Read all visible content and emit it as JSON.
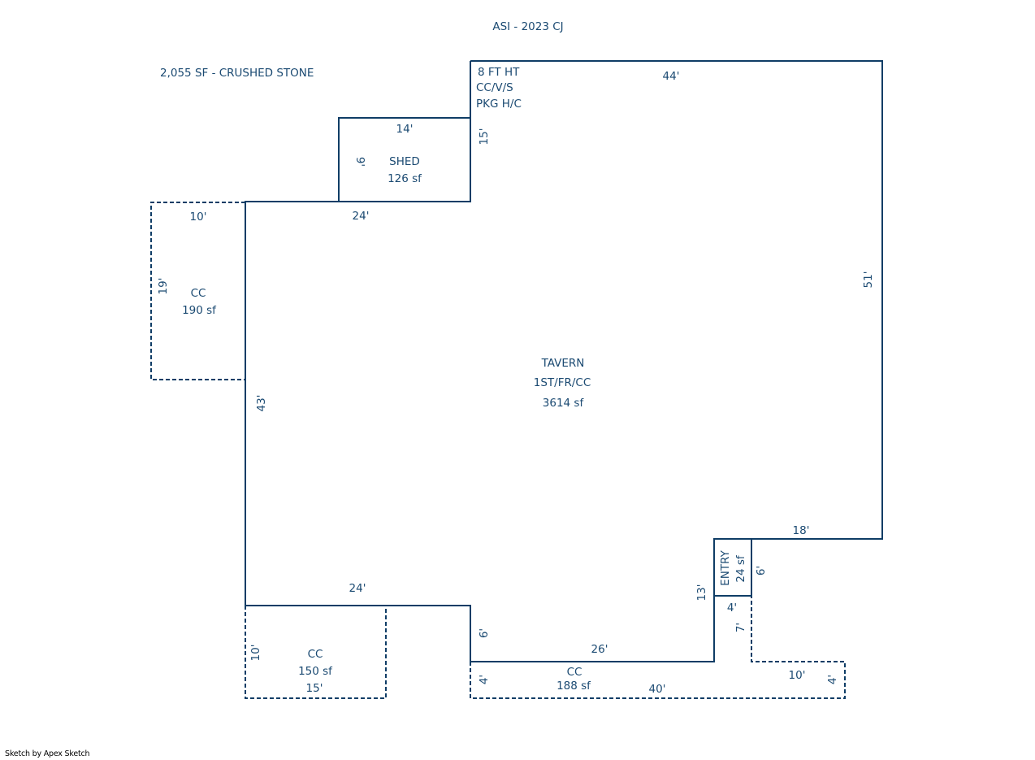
{
  "title": "ASI - 2023 CJ",
  "note": "2,055 SF - CRUSHED STONE",
  "colors": {
    "line": "#0f3d66",
    "text": "#1b4a72",
    "background": "#ffffff"
  },
  "main": {
    "notes": [
      "8 FT HT",
      "CC/V/S",
      "PKG H/C"
    ],
    "name": "TAVERN",
    "code": "1ST/FR/CC",
    "area": "3614 sf",
    "dims": {
      "top": "44'",
      "right": "51'",
      "step_top": "18'",
      "left_upper_notch": "15'",
      "left_low": "43'",
      "bottom_left": "24'",
      "notch_right": "13'",
      "bottom_right": "26'",
      "step_left": "6'",
      "top_left": "24'"
    }
  },
  "shed": {
    "name": "SHED",
    "area": "126 sf",
    "dims": {
      "top": "14'",
      "side": "9'"
    }
  },
  "cc_left": {
    "name": "CC",
    "area": "190 sf",
    "dims": {
      "top": "10'",
      "side": "19'"
    }
  },
  "cc_bottom_left": {
    "name": "CC",
    "area": "150 sf",
    "dims": {
      "bottom": "15'",
      "side": "10'"
    }
  },
  "cc_bottom": {
    "name": "CC",
    "area": "188 sf",
    "dims": {
      "bottom": "40'",
      "left": "4'",
      "right": "4'",
      "step": "10'",
      "step_side": "7'",
      "step_top": "4'"
    }
  },
  "entry": {
    "name": "ENTRY",
    "area": "24 sf",
    "dims": {
      "side": "6'"
    }
  },
  "credit": "Sketch by Apex Sketch"
}
